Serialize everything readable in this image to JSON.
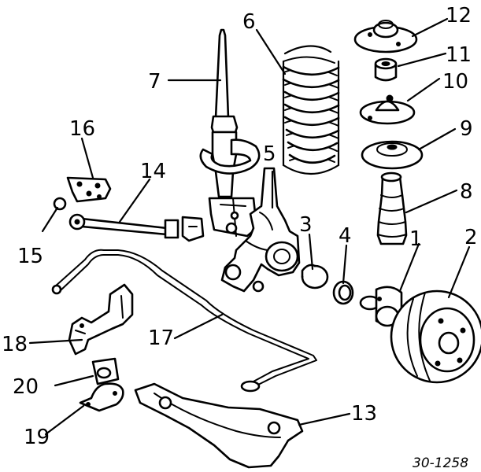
{
  "diagram": {
    "labels": [
      {
        "id": "1",
        "text": "1"
      },
      {
        "id": "2",
        "text": "2"
      },
      {
        "id": "3",
        "text": "3"
      },
      {
        "id": "4",
        "text": "4"
      },
      {
        "id": "5",
        "text": "5"
      },
      {
        "id": "6",
        "text": "6"
      },
      {
        "id": "7",
        "text": "7"
      },
      {
        "id": "8",
        "text": "8"
      },
      {
        "id": "9",
        "text": "9"
      },
      {
        "id": "10",
        "text": "10"
      },
      {
        "id": "11",
        "text": "11"
      },
      {
        "id": "12",
        "text": "12"
      },
      {
        "id": "13",
        "text": "13"
      },
      {
        "id": "14",
        "text": "14"
      },
      {
        "id": "15",
        "text": "15"
      },
      {
        "id": "16",
        "text": "16"
      },
      {
        "id": "17",
        "text": "17"
      },
      {
        "id": "18",
        "text": "18"
      },
      {
        "id": "19",
        "text": "19"
      },
      {
        "id": "20",
        "text": "20"
      }
    ],
    "figure_code": "30-1258"
  }
}
